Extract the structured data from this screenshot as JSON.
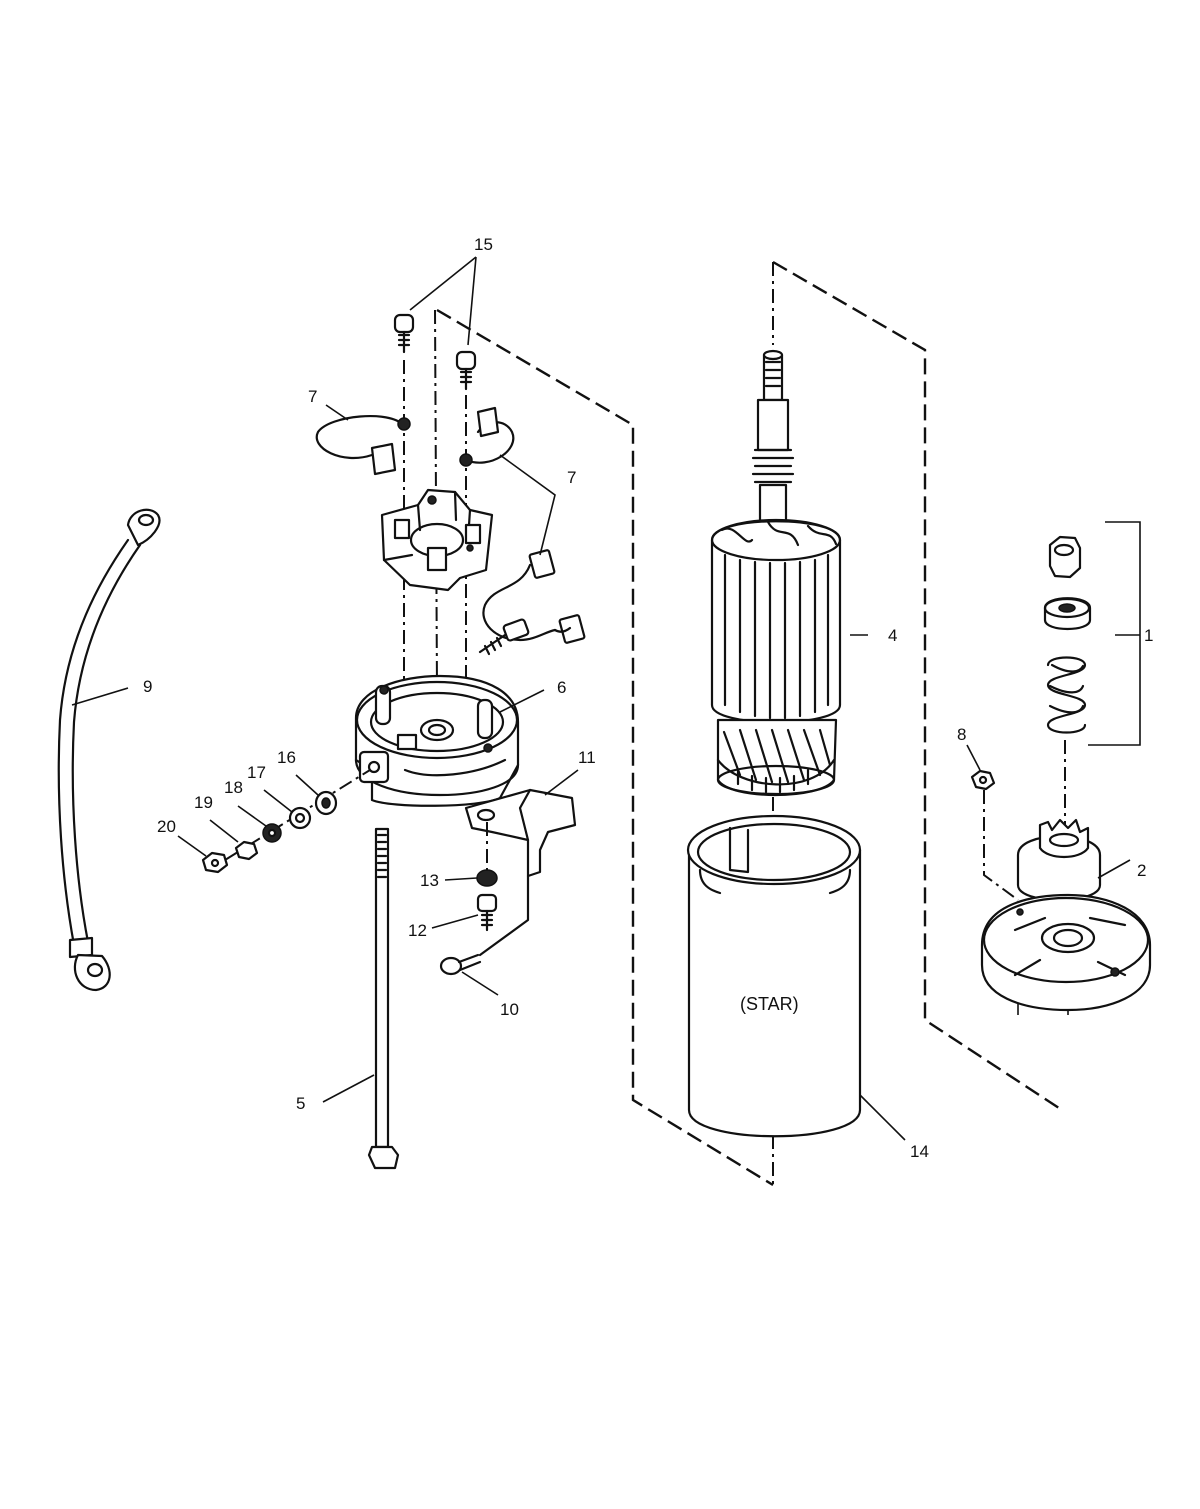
{
  "callouts": {
    "c1": "1",
    "c2": "2",
    "c4": "4",
    "c5": "5",
    "c6": "6",
    "c7a": "7",
    "c7b": "7",
    "c8": "8",
    "c9": "9",
    "c10": "10",
    "c11": "11",
    "c12": "12",
    "c13": "13",
    "c14": "14",
    "c15": "15",
    "c16": "16",
    "c17": "17",
    "c18": "18",
    "c19": "19",
    "c20": "20"
  },
  "housing_text": "(STAR)"
}
